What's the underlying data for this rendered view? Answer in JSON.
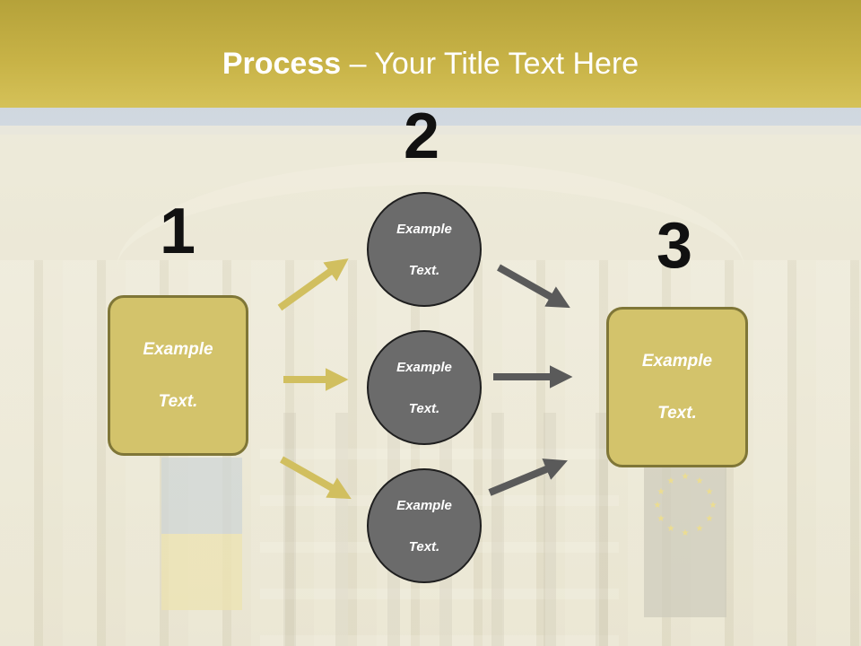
{
  "slide": {
    "title_bold": "Process",
    "title_rest": " – Your Title Text Here",
    "steps": [
      {
        "number": "1",
        "box_line1": "Example",
        "box_line2": "Text."
      },
      {
        "number": "2"
      },
      {
        "number": "3",
        "box_line1": "Example",
        "box_line2": "Text."
      }
    ],
    "circles": [
      {
        "line1": "Example",
        "line2": "Text."
      },
      {
        "line1": "Example",
        "line2": "Text."
      },
      {
        "line1": "Example",
        "line2": "Text."
      }
    ]
  },
  "colors": {
    "header_band": "#c8b347",
    "box_fill": "#d3c36b",
    "box_border": "#7f7637",
    "circle_fill": "#6b6b6b",
    "arrow_in": "#d1bf5f",
    "arrow_out": "#5a5a5a"
  }
}
